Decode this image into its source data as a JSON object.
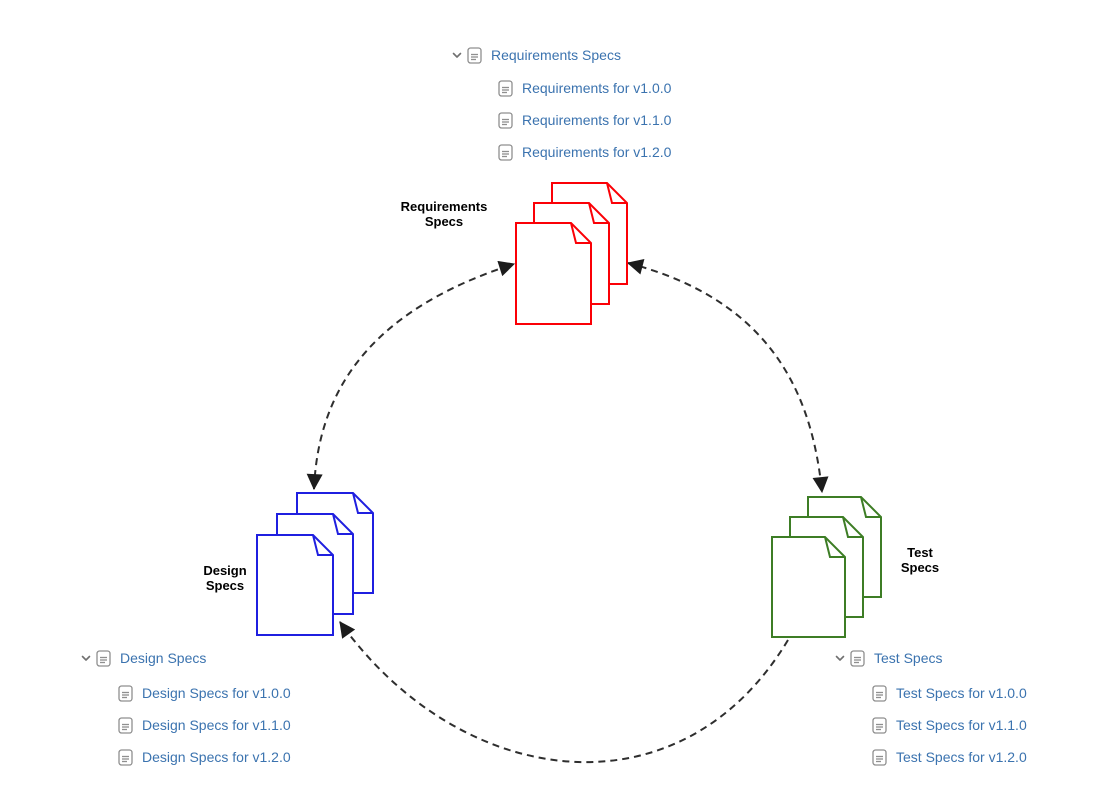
{
  "icons": {
    "tree_toggle": "chevron-down",
    "tree_item": "document-page",
    "arrow_style": "dashed-curve-with-solid-triangle-head"
  },
  "colors": {
    "link": "#3b73af",
    "tree_icon": "#8f8f8f",
    "chevron": "#707070",
    "arrow_line": "#2e2e2e",
    "arrowhead": "#1c1c1c"
  },
  "trees": {
    "requirements": {
      "parent_label": "Requirements Specs",
      "children": [
        "Requirements for v1.0.0",
        "Requirements for v1.1.0",
        "Requirements for v1.2.0"
      ]
    },
    "design": {
      "parent_label": "Design Specs",
      "children": [
        "Design Specs for v1.0.0",
        "Design Specs for v1.1.0",
        "Design Specs for v1.2.0"
      ]
    },
    "test": {
      "parent_label": "Test Specs",
      "children": [
        "Test Specs for v1.0.0",
        "Test Specs for v1.1.0",
        "Test Specs for v1.2.0"
      ]
    }
  },
  "stacks": {
    "requirements": {
      "label_line1": "Requirements",
      "label_line2": "Specs",
      "color": "#fb0006"
    },
    "design": {
      "label_line1": "Design",
      "label_line2": "Specs",
      "color": "#1f1fe0"
    },
    "test": {
      "label_line1": "Test",
      "label_line2": "Specs",
      "color": "#3d7d25"
    }
  }
}
